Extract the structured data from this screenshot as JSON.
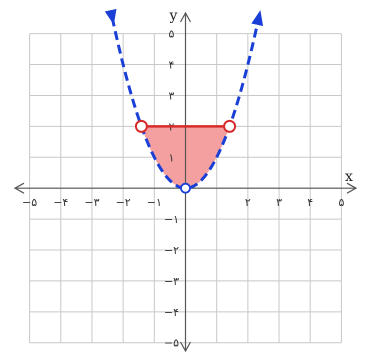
{
  "chart_data": {
    "type": "line",
    "title": "",
    "xlabel": "x",
    "ylabel": "y",
    "xlim": [
      -5.5,
      5.5
    ],
    "ylim": [
      -5.3,
      5.7
    ],
    "grid": true,
    "x_tick_labels": [
      {
        "value": -5,
        "label": "−۵"
      },
      {
        "value": -4,
        "label": "−۴"
      },
      {
        "value": -3,
        "label": "−۳"
      },
      {
        "value": -2,
        "label": "−۲"
      },
      {
        "value": -1,
        "label": "−۱"
      },
      {
        "value": 2,
        "label": "۲"
      },
      {
        "value": 3,
        "label": "۳"
      },
      {
        "value": 4,
        "label": "۴"
      },
      {
        "value": 5,
        "label": "۵"
      }
    ],
    "y_tick_labels": [
      {
        "value": 5,
        "label": "۵"
      },
      {
        "value": 4,
        "label": "۴"
      },
      {
        "value": 3,
        "label": "۳"
      },
      {
        "value": 2,
        "label": "۲"
      },
      {
        "value": 1,
        "label": "۱"
      },
      {
        "value": -1,
        "label": "−۱"
      },
      {
        "value": -2,
        "label": "−۲"
      },
      {
        "value": -3,
        "label": "−۳"
      },
      {
        "value": -4,
        "label": "−۴"
      },
      {
        "value": -5,
        "label": "−۵"
      }
    ],
    "curve": {
      "function": "y = x^2",
      "style": "dashed",
      "color": "#1a3fd6",
      "x_range": [
        -2.35,
        2.35
      ]
    },
    "segment": {
      "y": 2,
      "x_start": -1.414,
      "x_end": 1.414,
      "color": "#d62b2b",
      "endpoints": "open"
    },
    "shaded_region": {
      "between": "y = x^2 and y = 2",
      "fill": "#f4a0a0"
    },
    "origin_marker": {
      "x": 0,
      "y": 0,
      "style": "open",
      "color": "#1a3fd6"
    },
    "axis_color": "#555555",
    "grid_color": "#c8c8c8"
  }
}
